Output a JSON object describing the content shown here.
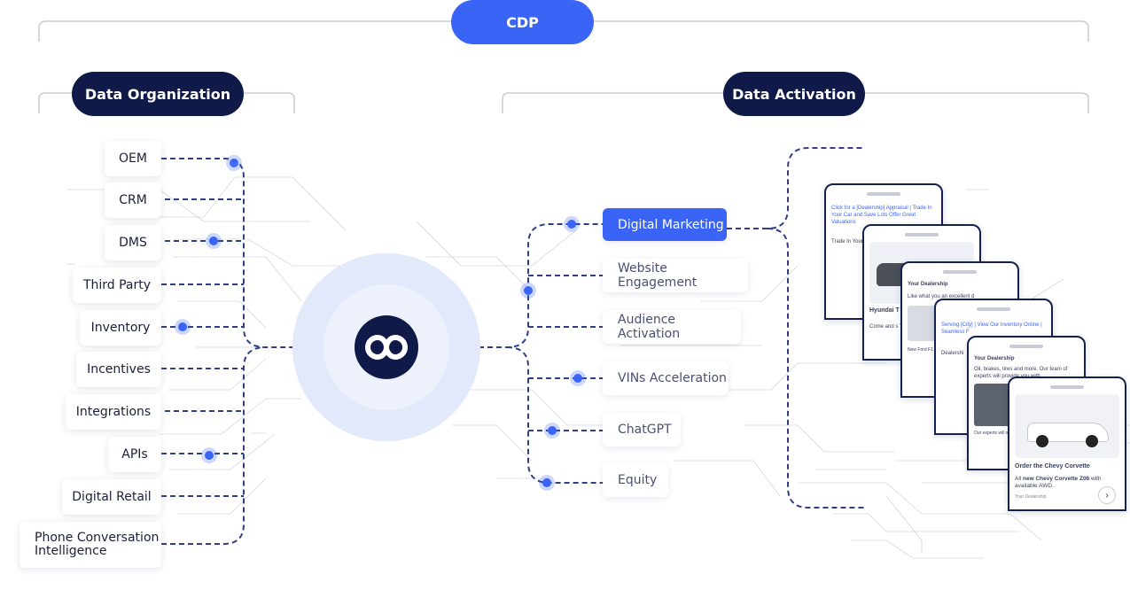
{
  "header": {
    "cdp_label": "CDP"
  },
  "sections": {
    "organization_label": "Data Organization",
    "activation_label": "Data Activation"
  },
  "center": {
    "logo": "infinity-icon"
  },
  "sources": [
    {
      "label": "OEM"
    },
    {
      "label": "CRM"
    },
    {
      "label": "DMS"
    },
    {
      "label": "Third Party"
    },
    {
      "label": "Inventory"
    },
    {
      "label": "Incentives"
    },
    {
      "label": "Integrations"
    },
    {
      "label": "APIs"
    },
    {
      "label": "Digital Retail"
    },
    {
      "label": "Phone Conversation Intelligence"
    }
  ],
  "activations": [
    {
      "label": "Digital Marketing",
      "active": true
    },
    {
      "label": "Website Engagement"
    },
    {
      "label": "Audience Activation"
    },
    {
      "label": "VINs Acceleration"
    },
    {
      "label": "ChatGPT"
    },
    {
      "label": "Equity"
    }
  ],
  "phones": {
    "p1_text": "Click for a [Dealership] Appraisal | Trade In Your Car and Save Lots Offer Great Valuations",
    "p1_text2": "Trade In Your Valuations",
    "p2_title": "Hyundai T",
    "p2_text": "Come and s Tucson for",
    "p3_brand": "Your Dealership",
    "p3_text": "Like what you an excellent d",
    "p3_price": "New Ford F1 $41,400",
    "p4_text": "Serving [City] | View Our Inventory Online | Seamless F",
    "p4_sub": "Dealershi",
    "p5_brand": "Your Dealership",
    "p5_text": "Oil, brakes, tires and more. Our team of experts will provide you with",
    "p5_text2": "Our experts will service on your today!",
    "p6_title": "Order the Chevy Corvette",
    "p6_text_pre": "All ",
    "p6_text_bold": "new Chevy Corvette Z06",
    "p6_text_post": " with available AWD.",
    "p6_brand": "Your Dealership"
  },
  "colors": {
    "accent": "#3a64f6",
    "navy": "#101a48",
    "halo": "#dfe8fb"
  }
}
